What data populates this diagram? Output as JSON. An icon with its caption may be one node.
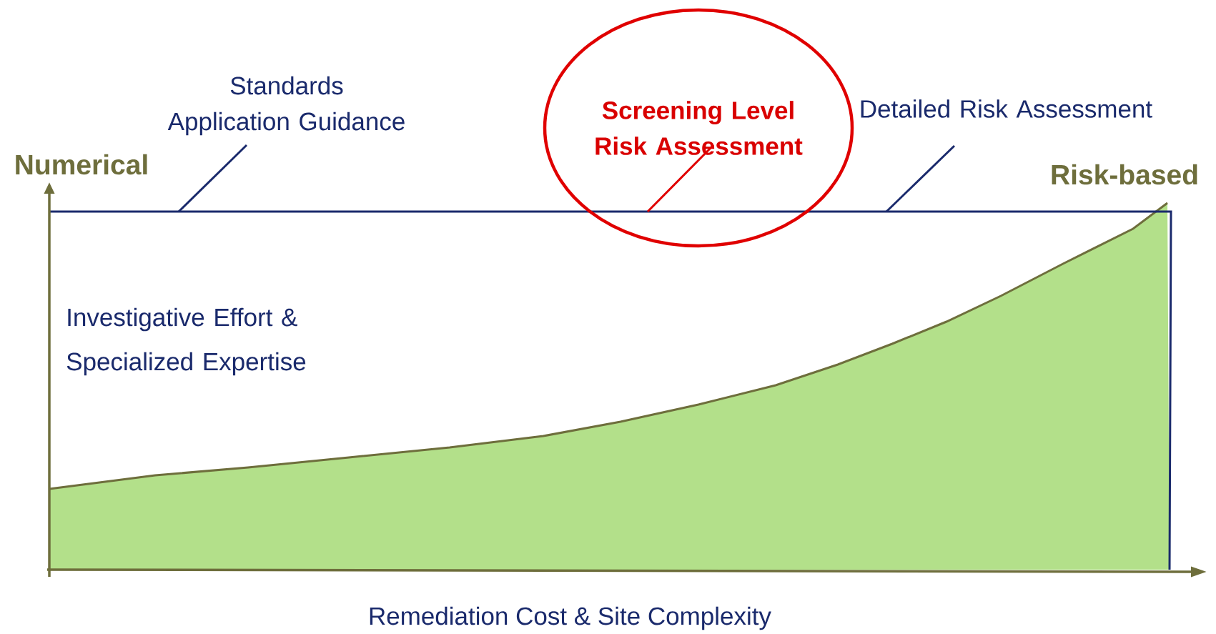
{
  "diagram": {
    "nodes": [
      {
        "text": [
          "Standards Application Guidance"
        ]
      },
      {
        "text": [
          "Screening Level Risk Assessment"
        ]
      },
      {
        "text": [
          "Detailed Risk Assessment"
        ]
      }
    ],
    "edges": [
      {
        "from": 0,
        "to": null,
        "arrow": "none"
      },
      {
        "from": 1,
        "to": null,
        "arrow": "none",
        "color": "#e00000"
      },
      {
        "from": 2,
        "to": null,
        "arrow": "none"
      }
    ],
    "labels": [
      "Numerical",
      "Risk-based",
      "Investigative Effort & Specialized Expertise",
      "Remediation Cost & Site Complexity"
    ]
  }
}
